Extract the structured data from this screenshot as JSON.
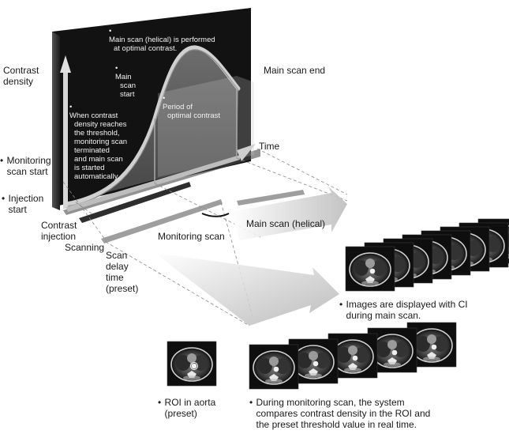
{
  "labels": {
    "contrast_density": [
      "Contrast",
      "density"
    ],
    "monitoring_scan_start": [
      "Monitoring",
      "scan start"
    ],
    "injection_start": [
      "Injection",
      "start"
    ],
    "contrast_injection": [
      "Contrast",
      "injection"
    ],
    "scanning": "Scanning",
    "scan_delay_time": [
      "Scan",
      "delay",
      "time",
      "(preset)"
    ],
    "monitoring_scan": "Monitoring scan",
    "main_scan_helical": "Main scan (helical)",
    "main_scan_end": "Main scan end",
    "time": "Time",
    "main_scan_optimal": [
      "Main scan (helical) is performed",
      "at optimal contrast."
    ],
    "main_scan_start": [
      "Main",
      "scan",
      "start"
    ],
    "period_optimal": [
      "Period of",
      "optimal contrast"
    ],
    "threshold_note": [
      "When contrast",
      "density reaches",
      "the threshold,",
      "monitoring scan",
      "terminated",
      "and main scan",
      "is started",
      "automatically."
    ],
    "images_displayed": [
      "Images are displayed with CI",
      "during main scan."
    ],
    "roi_aorta": [
      "ROI in aorta",
      "(preset)"
    ],
    "monitoring_note": [
      "During monitoring scan, the system",
      "compares contrast density in the ROI and",
      "the preset threshold value in real time."
    ]
  },
  "images": {
    "main_scan_stack_count": 8,
    "monitoring_stack_count": 5
  },
  "colors": {
    "panel": "#141414",
    "curve": "#bdbdbd",
    "bar_dark": "#303030",
    "bar_gray": "#9a9a9a",
    "arrow": "#d8d8d8"
  }
}
